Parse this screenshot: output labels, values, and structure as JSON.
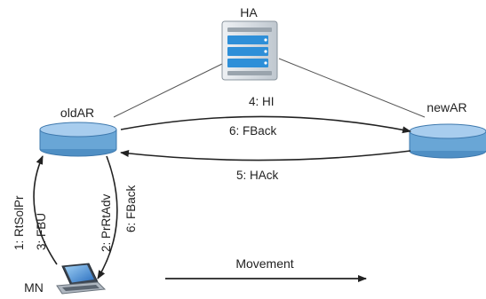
{
  "nodes": {
    "ha": {
      "label": "HA"
    },
    "old_ar": {
      "label": "oldAR"
    },
    "new_ar": {
      "label": "newAR"
    },
    "mn": {
      "label": "MN"
    }
  },
  "messages": {
    "hi": "4: HI",
    "fback_between_ars": "6: FBack",
    "hack": "5: HAck",
    "rtsolpr": "1: RtSolPr",
    "fbu": "3: FBU",
    "prrtadv": "2: PrRtAdv",
    "fback_to_mn": "6: FBack"
  },
  "movement": {
    "label": "Movement"
  },
  "colors": {
    "router_fill": "#69a6d6",
    "router_top": "#a8cdee",
    "router_stroke": "#3d78ad",
    "line": "#333333",
    "server_body": "#d7dde3",
    "server_bay": "#2e8fd8"
  },
  "icons": {
    "ha": "server-icon",
    "routers": "router-cylinder-icon",
    "mn": "laptop-icon"
  }
}
